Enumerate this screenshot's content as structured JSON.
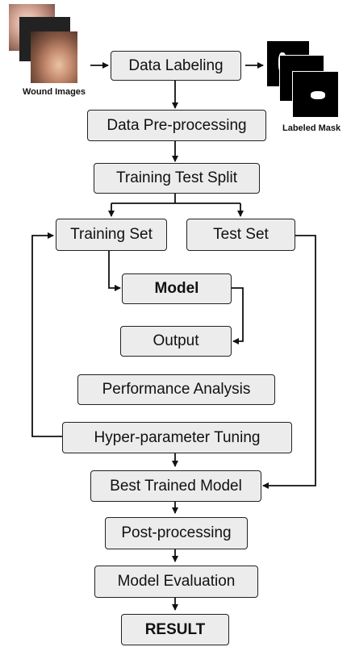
{
  "captions": {
    "wound_images": "Wound Images",
    "labeled_mask": "Labeled Mask"
  },
  "nodes": {
    "data_labeling": "Data Labeling",
    "data_preprocessing": "Data Pre-processing",
    "train_test_split": "Training Test Split",
    "training_set": "Training Set",
    "test_set": "Test Set",
    "model": "Model",
    "output": "Output",
    "performance_analysis": "Performance Analysis",
    "hyperparameter_tuning": "Hyper-parameter Tuning",
    "best_trained_model": "Best Trained Model",
    "post_processing": "Post-processing",
    "model_evaluation": "Model Evaluation",
    "result": "RESULT"
  },
  "colors": {
    "box_fill": "#ececec",
    "box_border": "#222222",
    "arrow": "#111111"
  }
}
